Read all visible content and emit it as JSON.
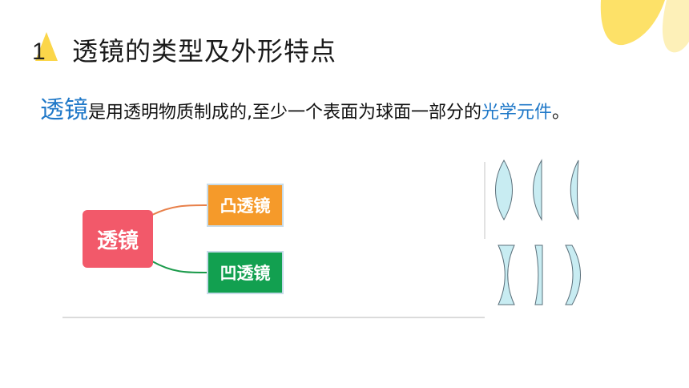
{
  "slide": {
    "section_number": "1",
    "title": "透镜的类型及外形特点",
    "definition": {
      "term": "透镜",
      "text_before_highlight": "是用透明物质制成的,至少一个表面为球面一部分的",
      "highlight": "光学元件",
      "text_end": "。"
    }
  },
  "mindmap": {
    "root": "透镜",
    "branches": [
      {
        "label": "凸透镜",
        "color": "#f59a2a",
        "line_color": "#e8804a"
      },
      {
        "label": "凹透镜",
        "color": "#12a050",
        "line_color": "#1a9a4a"
      }
    ]
  },
  "colors": {
    "accent_yellow": "#fde168",
    "root_node": "#f2596a",
    "term_blue": "#1f78c8",
    "lens_fill": "#c8ecf2",
    "lens_stroke": "#5a6f7a"
  },
  "lens_shapes": {
    "convex": [
      "biconvex-lens",
      "plano-convex-lens",
      "convex-meniscus-lens"
    ],
    "concave": [
      "biconcave-lens",
      "plano-concave-lens",
      "concave-meniscus-lens"
    ]
  }
}
